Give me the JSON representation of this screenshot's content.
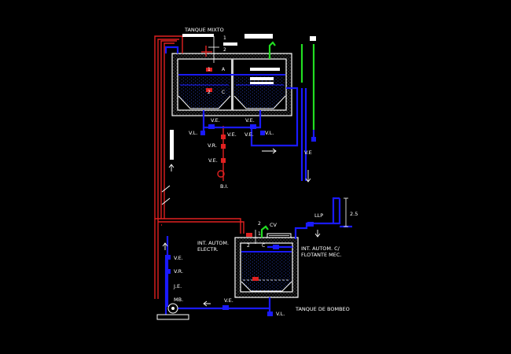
{
  "labels": {
    "tanque_mixto": "TANQUE MIXTO",
    "n1_top": "1",
    "n2_top": "2",
    "n1_a": "1",
    "a": "A",
    "n2_c": "2",
    "c": "C",
    "ve_left": "V.E.",
    "ve_right": "V.E.",
    "vl_left": "V.L.",
    "ve_mid": "V.E.",
    "ve_mid2": "V.E.",
    "vl_right": "V.L.",
    "vr": "V.R.",
    "ve_low": "V.E.",
    "bi": "B.I.",
    "ve_far": "V.E",
    "llp": "LLP",
    "dim": "2.5",
    "cv": "CV",
    "n2_b": "2",
    "n1_b": "1",
    "n2_b2": "2",
    "c_b": "C",
    "int_autom_electr_1": "INT. AUTOM.",
    "int_autom_electr_2": "ELECTR.",
    "int_autom_flot_1": "INT. AUTOM. C/",
    "int_autom_flot_2": "FLOTANTE MEC.",
    "ve_pump1": "V.E.",
    "vr_pump": "V.R.",
    "je": "J.E.",
    "mb": "MB.",
    "ve_bottom": "V.E.",
    "vl_bottom": "V.L.",
    "tanque_bombeo": "TANQUE DE BOMBEO"
  },
  "colors": {
    "background": "#000000",
    "water_pipe": "#1a1aff",
    "hot_pipe": "#e02020",
    "vent_pipe": "#22dd22",
    "walls": "#ffffff"
  }
}
